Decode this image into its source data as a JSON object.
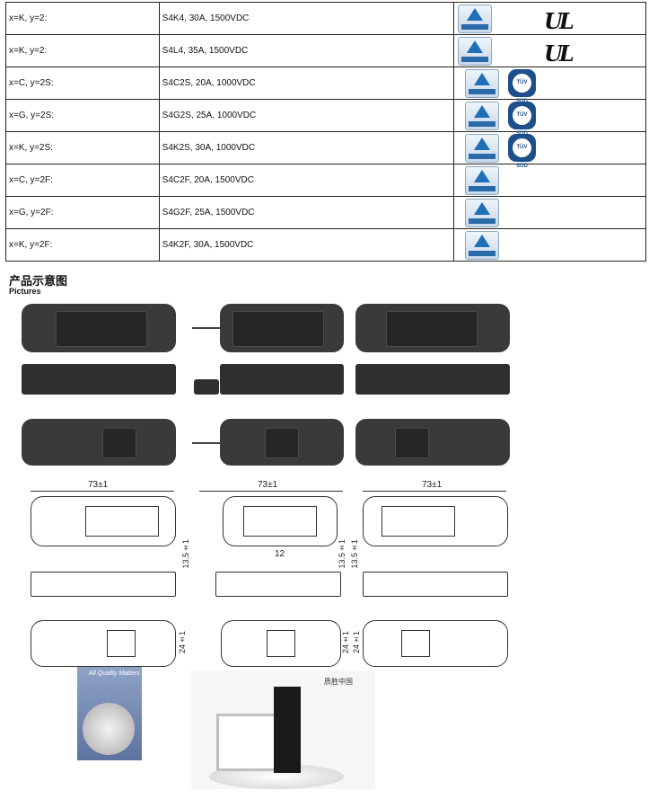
{
  "rows": [
    {
      "code": "x=K, y=2:",
      "spec": "S4K4, 30A, 1500VDC",
      "certs": [
        "tuv-rheinland",
        "ul"
      ]
    },
    {
      "code": "x=K, y=2:",
      "spec": "S4L4, 35A, 1500VDC",
      "certs": [
        "tuv-rheinland",
        "ul"
      ]
    },
    {
      "code": "x=C, y=2S:",
      "spec": "S4C2S, 20A, 1000VDC",
      "certs": [
        "tuv-rheinland",
        "tuv-sud"
      ]
    },
    {
      "code": "x=G, y=2S:",
      "spec": "S4G2S, 25A, 1000VDC",
      "certs": [
        "tuv-rheinland",
        "tuv-sud"
      ]
    },
    {
      "code": "x=K, y=2S:",
      "spec": "S4K2S, 30A, 1000VDC",
      "certs": [
        "tuv-rheinland",
        "tuv-sud"
      ]
    },
    {
      "code": "x=C, y=2F:",
      "spec": "S4C2F, 20A, 1500VDC",
      "certs": [
        "tuv-rheinland"
      ]
    },
    {
      "code": "x=G, y=2F:",
      "spec": "S4G2F, 25A, 1500VDC",
      "certs": [
        "tuv-rheinland"
      ]
    },
    {
      "code": "x=K, y=2F:",
      "spec": "S4K2F, 30A, 1500VDC",
      "certs": [
        "tuv-rheinland"
      ]
    }
  ],
  "logos": {
    "tuv_sud": "TÜV SÜD",
    "ul": "UL"
  },
  "section": {
    "title_cn": "产品示意图",
    "title_en": "Pictures"
  },
  "dims": {
    "width": "73±1",
    "pitch": "12",
    "height": "13.5±1",
    "depth": "24±1"
  },
  "awards": {
    "badge": "All Quality Matters",
    "banner": "质胜中国"
  },
  "colors": {
    "housing": "#3a3a3a",
    "tuv_blue": "#1d6fb8",
    "sud_blue": "#1e4f8c"
  }
}
